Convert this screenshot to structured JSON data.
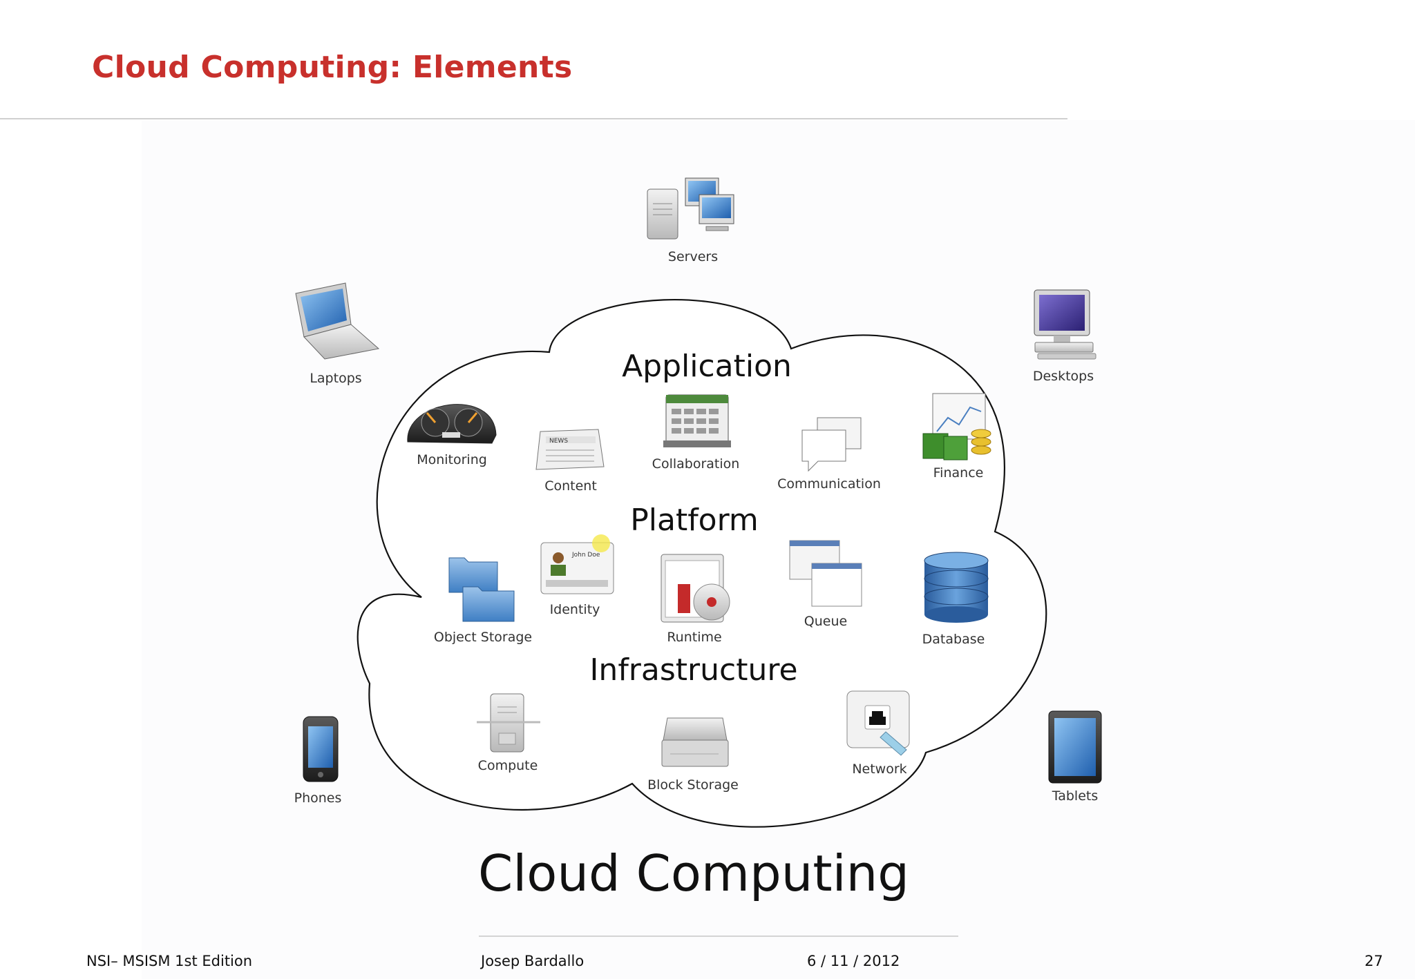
{
  "slide": {
    "title": "Cloud Computing: Elements",
    "title_color": "#c8302c"
  },
  "diagram": {
    "heading": "Cloud Computing",
    "layers": {
      "application": "Application",
      "platform": "Platform",
      "infrastructure": "Infrastructure"
    },
    "clients": {
      "servers": "Servers",
      "laptops": "Laptops",
      "desktops": "Desktops",
      "phones": "Phones",
      "tablets": "Tablets"
    },
    "application_items": {
      "monitoring": "Monitoring",
      "content": "Content",
      "collaboration": "Collaboration",
      "communication": "Communication",
      "finance": "Finance"
    },
    "platform_items": {
      "object_storage": "Object Storage",
      "identity": "Identity",
      "runtime": "Runtime",
      "queue": "Queue",
      "database": "Database"
    },
    "infrastructure_items": {
      "compute": "Compute",
      "block_storage": "Block Storage",
      "network": "Network"
    },
    "icon_text": {
      "newspaper": "NEWS",
      "id_card": "John Doe"
    }
  },
  "footer": {
    "course": "NSI– MSISM 1st Edition",
    "author": "Josep Bardallo",
    "date": "6 / 11 / 2012",
    "page": "27"
  }
}
